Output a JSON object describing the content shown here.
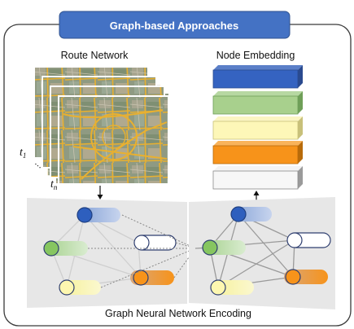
{
  "header": {
    "title": "Graph-based Approaches"
  },
  "route_network": {
    "label": "Route Network",
    "t1": "t",
    "t1_sub": "1",
    "tn": "t",
    "tn_sub": "n"
  },
  "node_embedding": {
    "label": "Node Embedding"
  },
  "gnn": {
    "label": "Graph Neural Network Encoding"
  },
  "colors": {
    "header_bg": "#4472c4",
    "frame_border": "#3a3a3a",
    "blue": "#2e5fbe",
    "green": "#86c660",
    "yellow": "#fdf8a8",
    "orange": "#f7931a",
    "white_node": "#ffffff",
    "map_road": "#e8b030"
  },
  "icons": [
    "down-arrow-icon",
    "up-arrow-icon",
    "map-tile-icon",
    "embedding-block-icon"
  ]
}
